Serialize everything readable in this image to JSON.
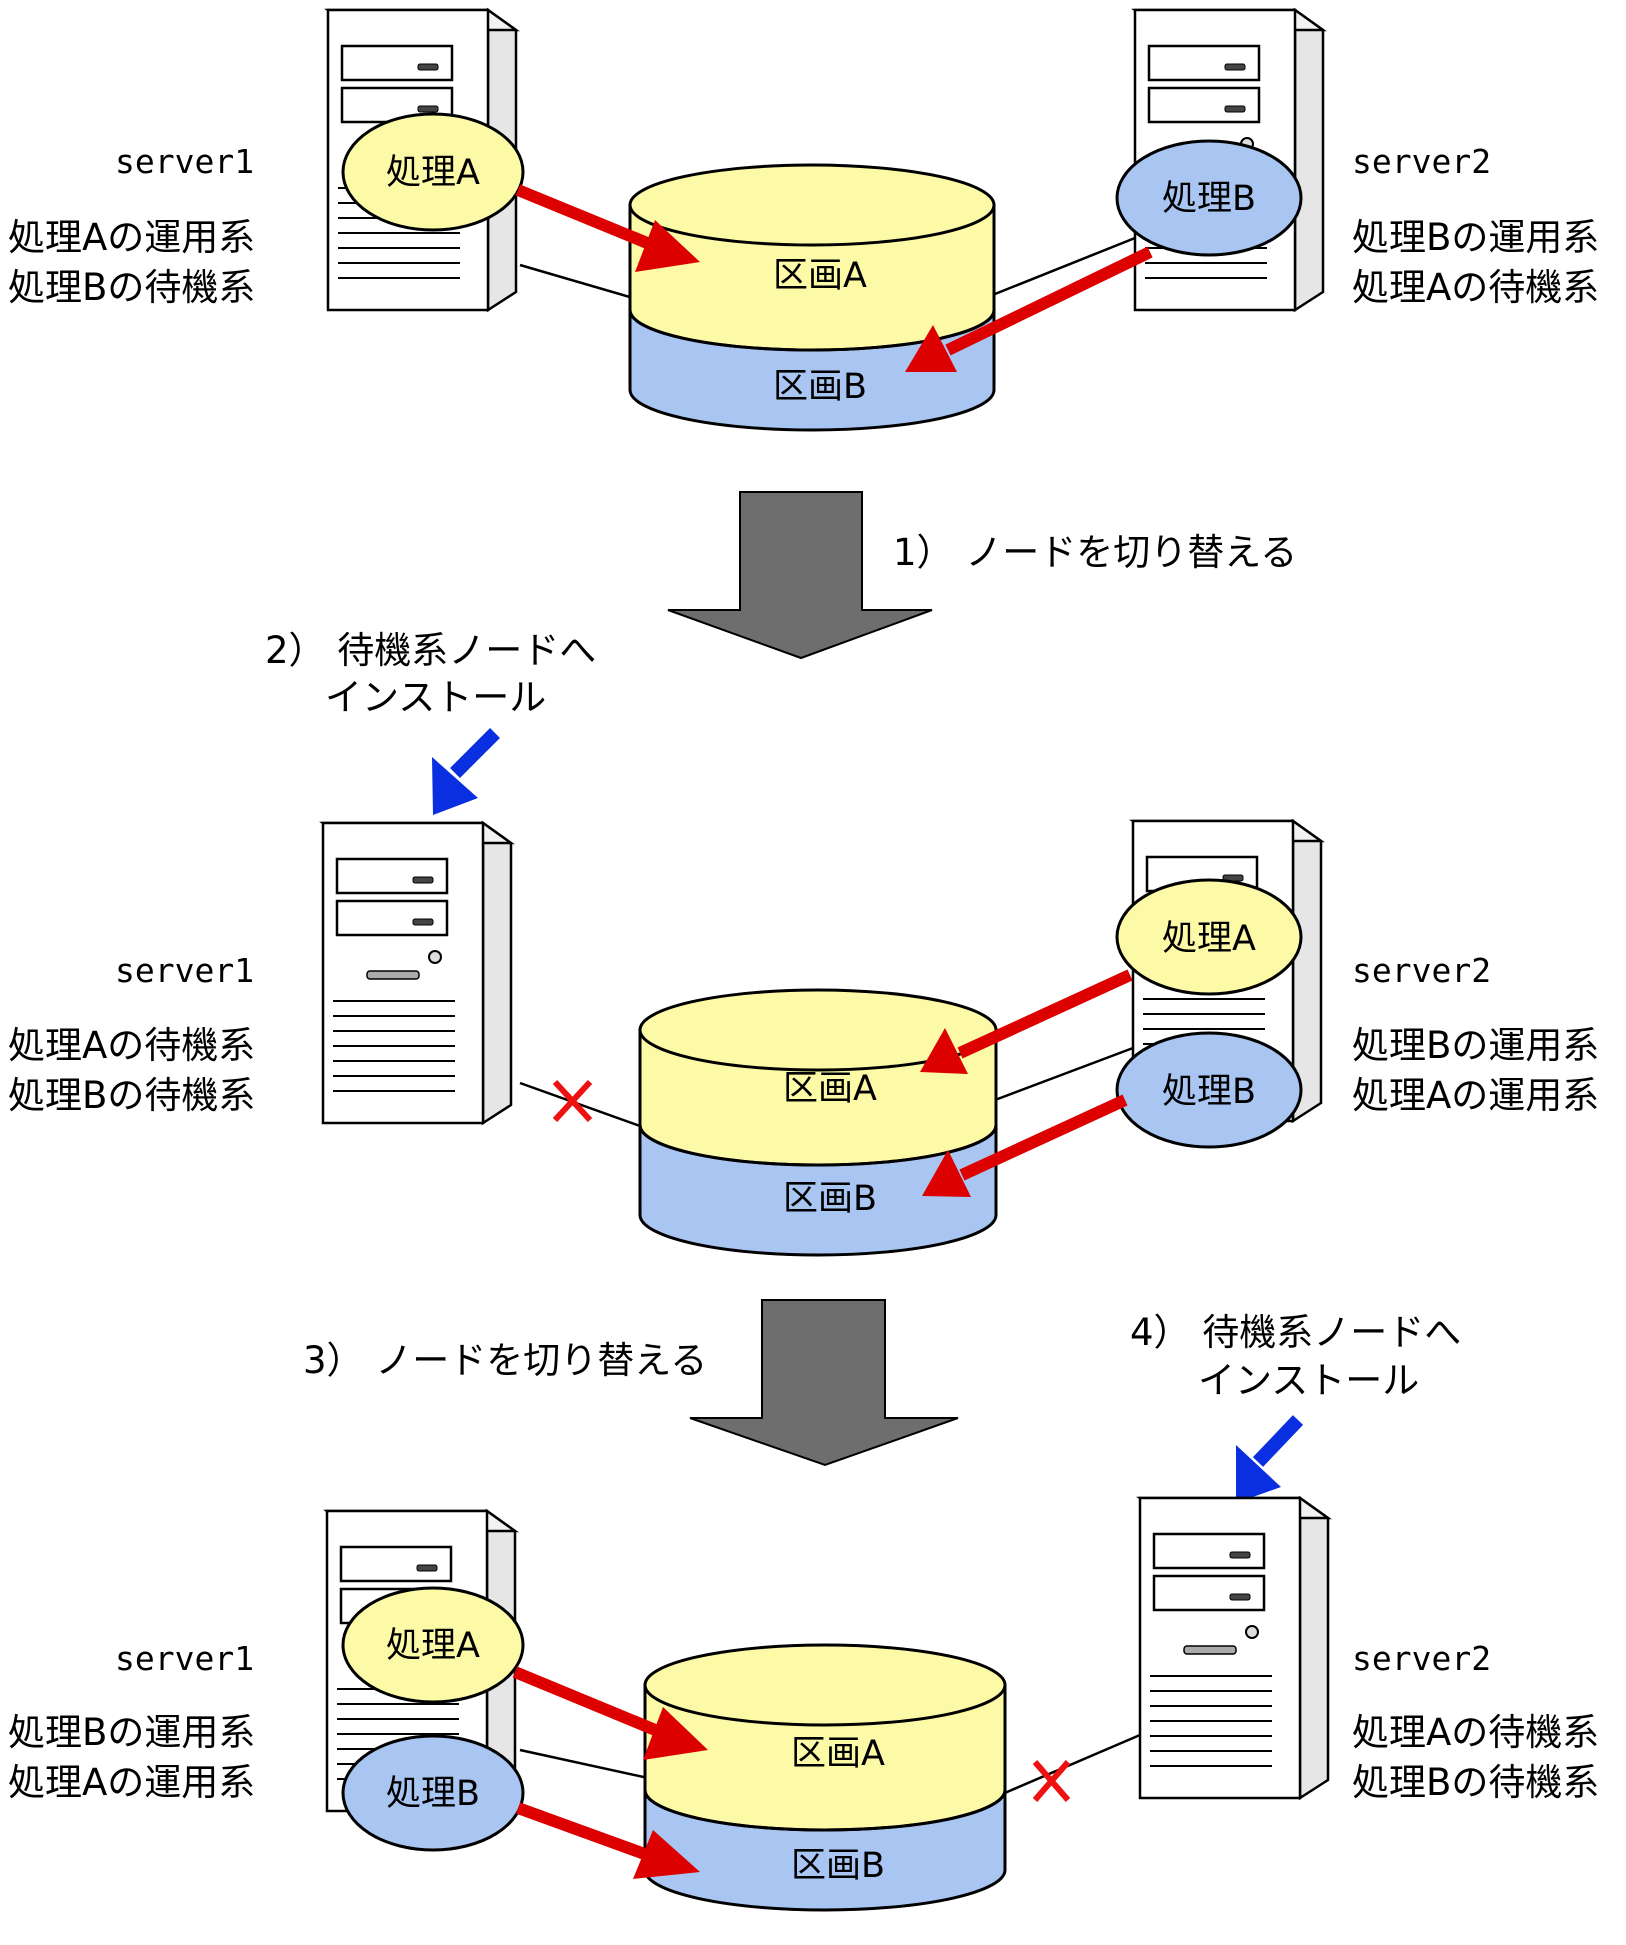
{
  "colors": {
    "process_a": "#fdfaa7",
    "process_b": "#a9c5f2",
    "partition_a": "#fdfaa7",
    "partition_b": "#a9c5f2",
    "access_arrow": "#dd0000",
    "install_arrow": "#0a2fe0",
    "step_arrow": "#6e6e6e",
    "disconnect_mark": "#ee1111"
  },
  "icons": {
    "server": "server-tower-icon",
    "disk": "shared-disk-icon",
    "disconnect": "x-mark-icon"
  },
  "stages": [
    {
      "server1": {
        "name": "server1",
        "roles": [
          "処理Aの運用系",
          "処理Bの待機系"
        ],
        "processes": [
          "処理A"
        ]
      },
      "server2": {
        "name": "server2",
        "roles": [
          "処理Bの運用系",
          "処理Aの待機系"
        ],
        "processes": [
          "処理B"
        ]
      },
      "disk": {
        "partition_a": "区画A",
        "partition_b": "区画B"
      }
    },
    {
      "server1": {
        "name": "server1",
        "roles": [
          "処理Aの待機系",
          "処理Bの待機系"
        ],
        "processes": []
      },
      "server2": {
        "name": "server2",
        "roles": [
          "処理Bの運用系",
          "処理Aの運用系"
        ],
        "processes": [
          "処理A",
          "処理B"
        ]
      },
      "disk": {
        "partition_a": "区画A",
        "partition_b": "区画B"
      }
    },
    {
      "server1": {
        "name": "server1",
        "roles": [
          "処理Bの運用系",
          "処理Aの運用系"
        ],
        "processes": [
          "処理A",
          "処理B"
        ]
      },
      "server2": {
        "name": "server2",
        "roles": [
          "処理Aの待機系",
          "処理Bの待機系"
        ],
        "processes": []
      },
      "disk": {
        "partition_a": "区画A",
        "partition_b": "区画B"
      }
    }
  ],
  "steps": {
    "step1": "1） ノードを切り替える",
    "step2_line1": "2） 待機系ノードへ",
    "step2_line2": "インストール",
    "step3": "3） ノードを切り替える",
    "step4_line1": "4） 待機系ノードへ",
    "step4_line2": "インストール"
  }
}
